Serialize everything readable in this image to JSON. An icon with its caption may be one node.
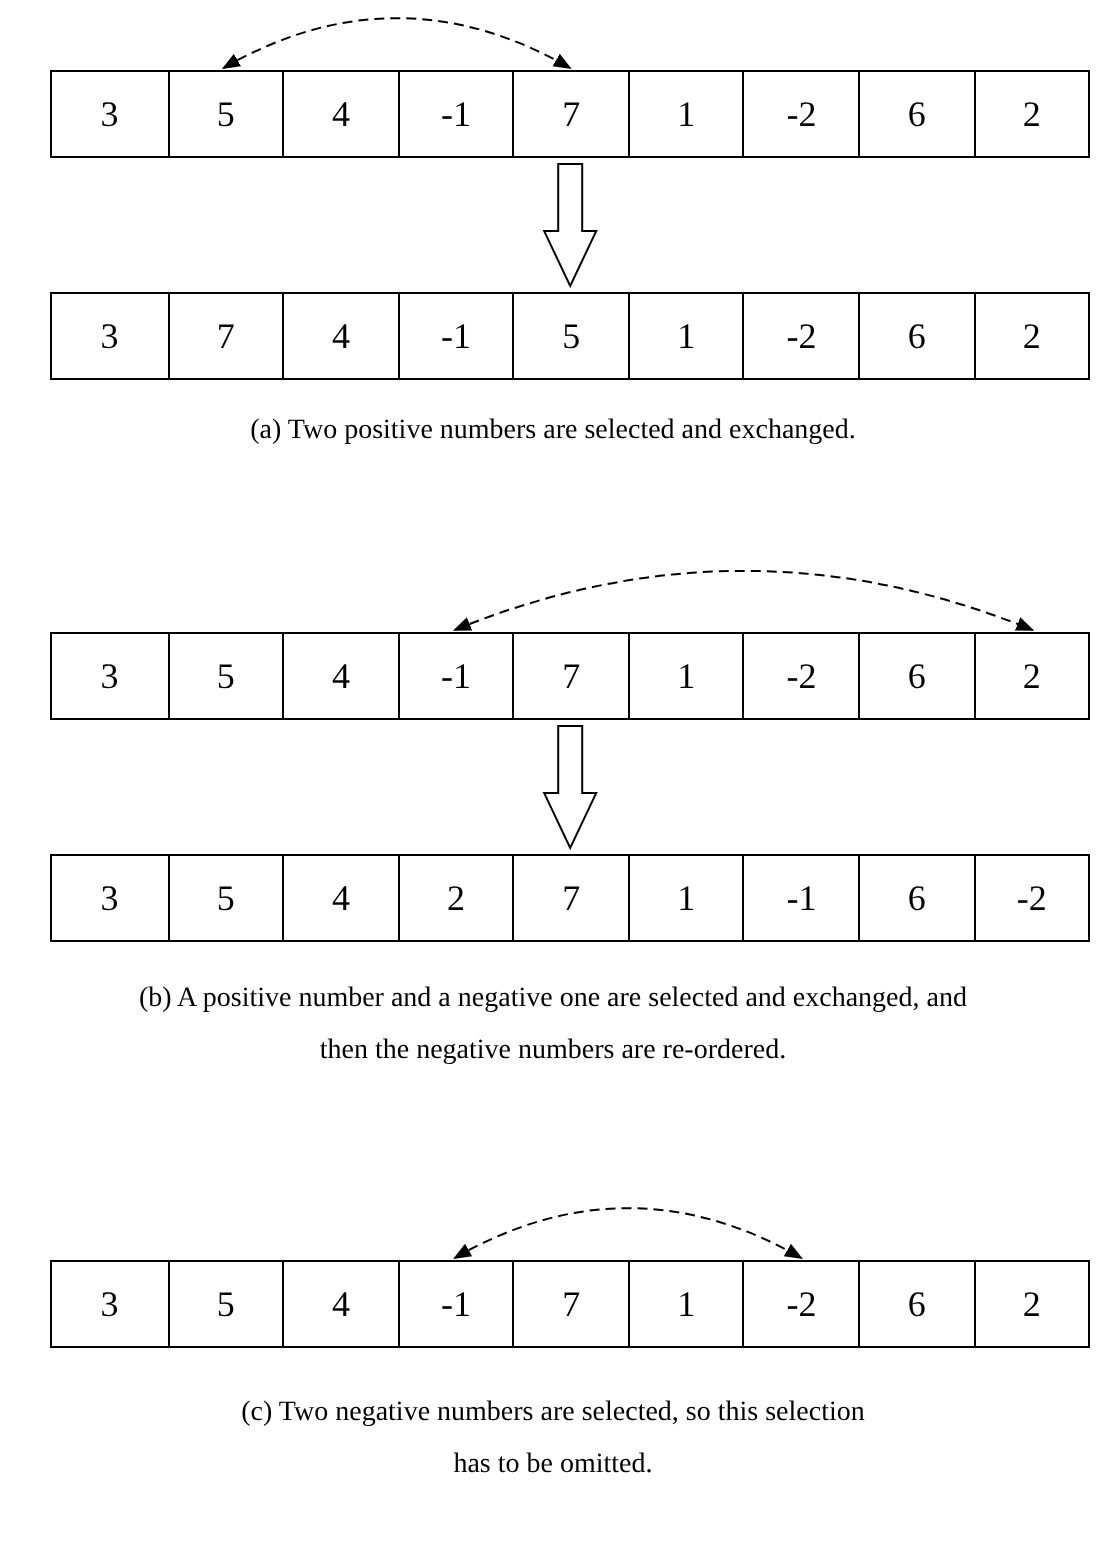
{
  "diagram": {
    "nodes": [
      {
        "text": [],
        "shape": "bar"
      },
      {
        "text": [
          "3"
        ],
        "in": 0
      },
      {
        "text": [
          "5"
        ],
        "in": 0
      },
      {
        "text": [
          "4"
        ],
        "in": 0
      },
      {
        "text": [
          "-1"
        ],
        "in": 0
      },
      {
        "text": [
          "7"
        ],
        "in": 0
      },
      {
        "text": [
          "1"
        ],
        "in": 0
      },
      {
        "text": [
          "-2"
        ],
        "in": 0
      },
      {
        "text": [
          "6"
        ],
        "in": 0
      },
      {
        "text": [
          "2"
        ],
        "in": 0
      },
      {
        "text": [],
        "shape": "bar"
      },
      {
        "text": [
          "3"
        ],
        "in": 10
      },
      {
        "text": [
          "7"
        ],
        "in": 10
      },
      {
        "text": [
          "4"
        ],
        "in": 10
      },
      {
        "text": [
          "-1"
        ],
        "in": 10
      },
      {
        "text": [
          "5"
        ],
        "in": 10
      },
      {
        "text": [
          "1"
        ],
        "in": 10
      },
      {
        "text": [
          "-2"
        ],
        "in": 10
      },
      {
        "text": [
          "6"
        ],
        "in": 10
      },
      {
        "text": [
          "2"
        ],
        "in": 10
      },
      {
        "text": [],
        "shape": "bar"
      },
      {
        "text": [
          "3"
        ],
        "in": 20
      },
      {
        "text": [
          "5"
        ],
        "in": 20
      },
      {
        "text": [
          "4"
        ],
        "in": 20
      },
      {
        "text": [
          "-1"
        ],
        "in": 20
      },
      {
        "text": [
          "7"
        ],
        "in": 20
      },
      {
        "text": [
          "1"
        ],
        "in": 20
      },
      {
        "text": [
          "-2"
        ],
        "in": 20
      },
      {
        "text": [
          "6"
        ],
        "in": 20
      },
      {
        "text": [
          "2"
        ],
        "in": 20
      },
      {
        "text": [],
        "shape": "bar"
      },
      {
        "text": [
          "3"
        ],
        "in": 30
      },
      {
        "text": [
          "5"
        ],
        "in": 30
      },
      {
        "text": [
          "4"
        ],
        "in": 30
      },
      {
        "text": [
          "2"
        ],
        "in": 30
      },
      {
        "text": [
          "7"
        ],
        "in": 30
      },
      {
        "text": [
          "1"
        ],
        "in": 30
      },
      {
        "text": [
          "-1"
        ],
        "in": 30
      },
      {
        "text": [
          "6"
        ],
        "in": 30
      },
      {
        "text": [
          "-2"
        ],
        "in": 30
      },
      {
        "text": [],
        "shape": "bar"
      },
      {
        "text": [
          "3"
        ],
        "in": 40
      },
      {
        "text": [
          "5"
        ],
        "in": 40
      },
      {
        "text": [
          "4"
        ],
        "in": 40
      },
      {
        "text": [
          "-1"
        ],
        "in": 40
      },
      {
        "text": [
          "7"
        ],
        "in": 40
      },
      {
        "text": [
          "1"
        ],
        "in": 40
      },
      {
        "text": [
          "-2"
        ],
        "in": 40
      },
      {
        "text": [
          "6"
        ],
        "in": 40
      },
      {
        "text": [
          "2"
        ],
        "in": 40
      }
    ],
    "edges": [
      {
        "from": 2,
        "to": 5,
        "arrow": "both",
        "style": "dashed"
      },
      {
        "from": 0,
        "to": 10,
        "arrow": "to",
        "style": "thick"
      },
      {
        "from": 24,
        "to": 29,
        "arrow": "both",
        "style": "dashed"
      },
      {
        "from": 20,
        "to": 30,
        "arrow": "to",
        "style": "thick"
      },
      {
        "from": 44,
        "to": 47,
        "arrow": "both",
        "style": "dashed"
      }
    ],
    "labels": [
      "(a) Two positive numbers are selected and exchanged.",
      "(b) A positive number and a negative one are selected and exchanged, and then the negative numbers are re-ordered.",
      "(c) Two negative numbers are selected, so this selection has to be omitted."
    ]
  }
}
